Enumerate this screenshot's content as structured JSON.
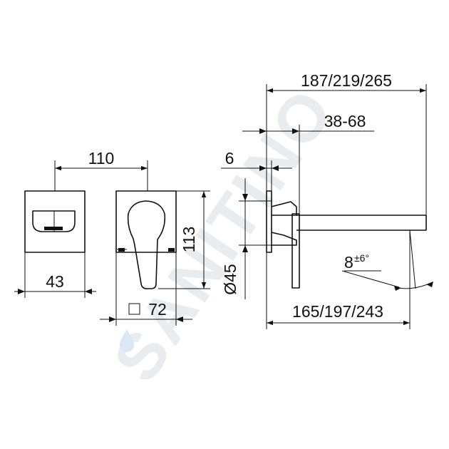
{
  "watermark": {
    "text": "SANITINO"
  },
  "front_view": {
    "width_label": "110",
    "height_label": "113",
    "square_label": "72",
    "square_symbol": "□"
  },
  "rear_plate": {
    "width_label": "43"
  },
  "side_view": {
    "total_length_label": "187/219/265",
    "adjust_label": "38-68",
    "plate_thickness_label": "6",
    "diameter_label": "Ø45",
    "spout_length_label": "165/197/243",
    "angle_label": "8",
    "angle_tolerance_label": "±6°"
  }
}
